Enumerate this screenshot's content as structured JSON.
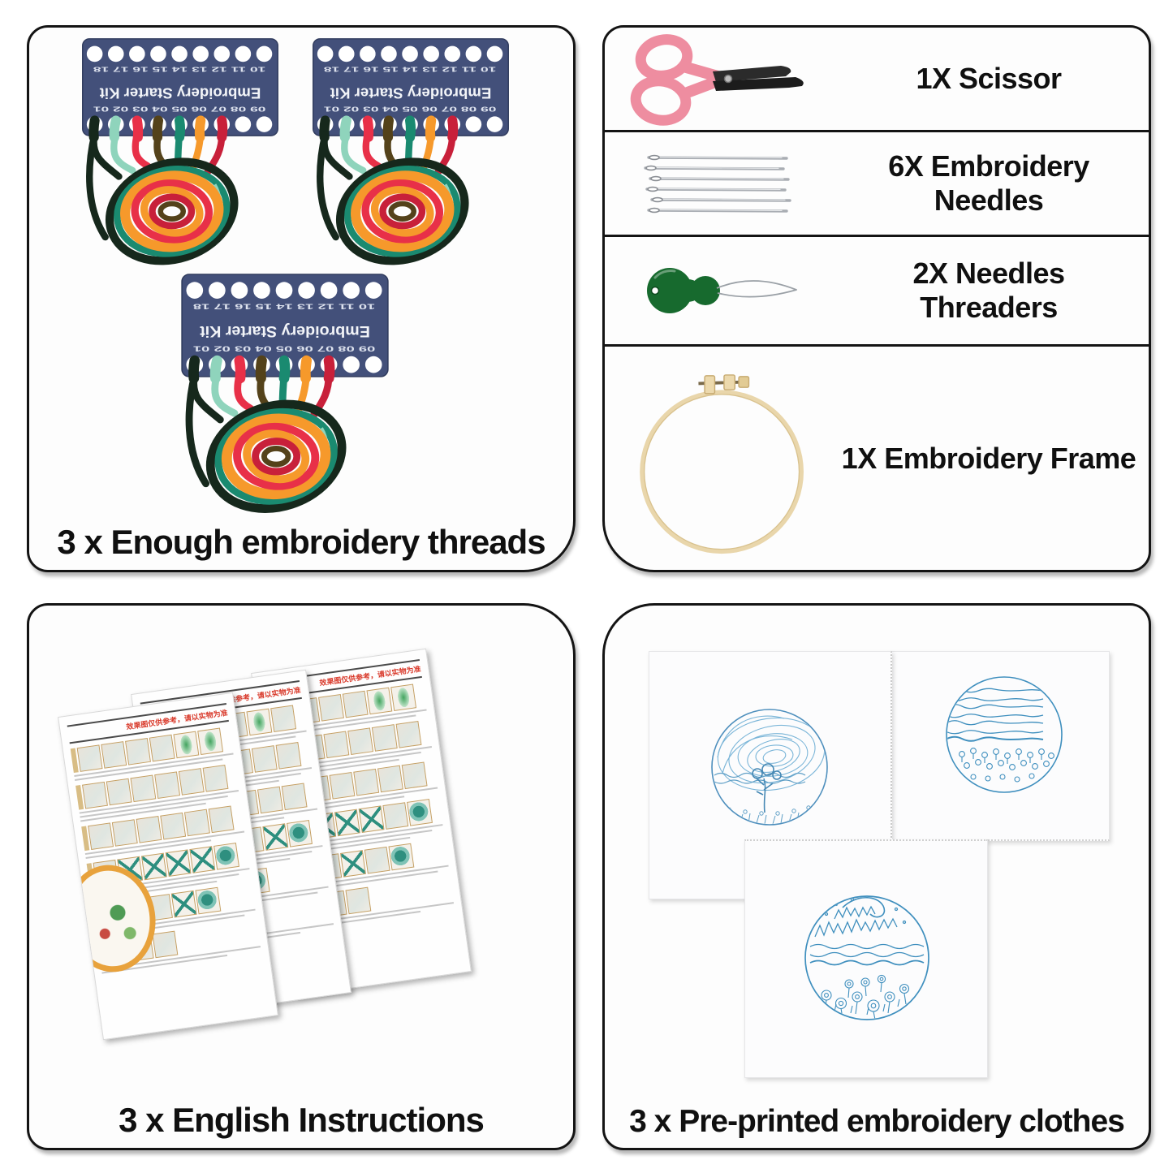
{
  "page": {
    "background": "#ffffff"
  },
  "panels": {
    "threads": {
      "caption": "3 x Enough embroidery threads",
      "card_count": 3,
      "card": {
        "title": "Embroidery Starter Kit",
        "top_row_printed": "10 11 12 13 14 15 16 17 18",
        "bottom_row_printed": "09 08 07 06 05 04 03 02 01",
        "top_row_visible_upside_down": "18 17 16 15 14 13 12 11 10",
        "bottom_row_visible_upside_down": "01 02 03 04 05 06 07 08 09",
        "plate_color": "#43507a",
        "thread_colors": [
          "#16281c",
          "#8fd4bc",
          "#e83048",
          "#54421a",
          "#1a8a70",
          "#f6992b",
          "#c8203a"
        ]
      }
    },
    "tools": {
      "rows": [
        {
          "label": "1X Scissor",
          "icon": "scissors-icon",
          "accent_color": "#ee8da0"
        },
        {
          "label": "6X Embroidery Needles",
          "icon": "needles-icon",
          "accent_color": "#a9adb3"
        },
        {
          "label": "2X Needles Threaders",
          "icon": "needle-threader-icon",
          "accent_color": "#176a2e"
        },
        {
          "label": "1X Embroidery Frame",
          "icon": "embroidery-hoop-icon",
          "accent_color": "#e9d6ab"
        }
      ]
    },
    "instructions": {
      "caption": "3 x English Instructions",
      "sheet_heading": "效果图仅供参考，请以实物为准",
      "sheet_count": 3
    },
    "cloths": {
      "caption": "3 x Pre-printed embroidery clothes",
      "print_color": "#4e97c3",
      "cloth_count": 3
    }
  }
}
